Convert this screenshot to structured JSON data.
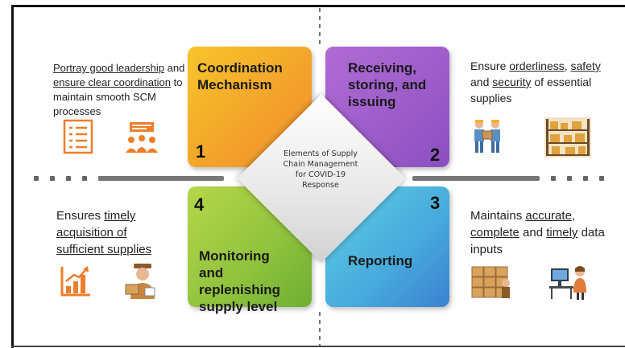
{
  "center": {
    "line1": "Elements of Supply",
    "line2": "Chain Management",
    "line3": "for COVID-19",
    "line4": "Response"
  },
  "quadrants": [
    {
      "number": "1",
      "title_line1": "Coordination",
      "title_line2": "Mechanism",
      "color": "#f2a12b"
    },
    {
      "number": "2",
      "title_line1": "Receiving,",
      "title_line2": "storing, and",
      "title_line3": "issuing",
      "color": "#9b5cc9"
    },
    {
      "number": "3",
      "title_line1": "Reporting",
      "color": "#48a9dc"
    },
    {
      "number": "4",
      "title_line1": "Monitoring",
      "title_line2": "and",
      "title_line3": "replenishing",
      "title_line4": "supply level",
      "color": "#8fc23d"
    }
  ],
  "descriptions": {
    "top_left": {
      "u1": "Portray good leadership",
      "t1": " and ",
      "u2": "ensure clear coordination",
      "t2": " to maintain smooth SCM processes"
    },
    "top_right": {
      "t1": "Ensure ",
      "u1": "orderliness",
      "t2": ", ",
      "u2": "safety",
      "t3": " and ",
      "u3": "security",
      "t4": " of essential supplies"
    },
    "bottom_left": {
      "t1": "Ensures ",
      "u1": "timely",
      "t2": " ",
      "u2": "acquisition of",
      "t3": " ",
      "u3": "sufficient supplies"
    },
    "bottom_right": {
      "t1": "Maintains ",
      "u1": "accurate",
      "t2": ", ",
      "u2": "complete",
      "t3": "  and ",
      "u3": "timely",
      "t4": " data inputs"
    }
  },
  "icons": [
    "checklist-icon",
    "meeting-icon",
    "warehouse-workers-icon",
    "warehouse-shelves-icon",
    "growth-chart-icon",
    "delivery-person-icon",
    "boxes-icon",
    "desk-worker-icon"
  ],
  "accent": "#ef7d2a"
}
